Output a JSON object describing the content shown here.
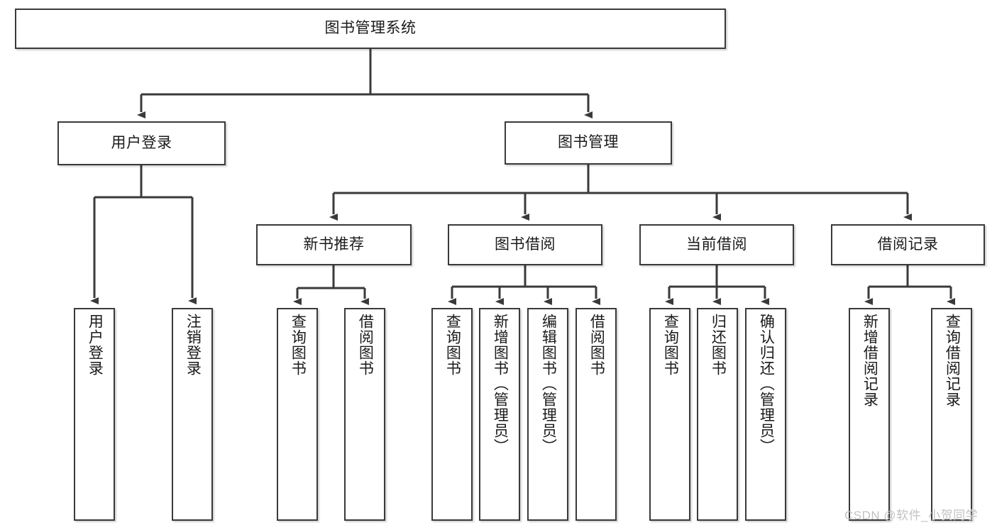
{
  "diagram": {
    "title": "图书管理系统",
    "type": "tree-hierarchy",
    "root": {
      "label": "图书管理系统"
    },
    "level1": [
      {
        "label": "用户登录"
      },
      {
        "label": "图书管理"
      }
    ],
    "level2": [
      {
        "label": "新书推荐"
      },
      {
        "label": "图书借阅"
      },
      {
        "label": "当前借阅"
      },
      {
        "label": "借阅记录"
      }
    ],
    "leaves": {
      "user_login": [
        {
          "label": "用户登录"
        },
        {
          "label": "注销登录"
        }
      ],
      "new_book_recommend": [
        {
          "label": "查询图书"
        },
        {
          "label": "借阅图书"
        }
      ],
      "book_borrow": [
        {
          "label": "查询图书"
        },
        {
          "label": "新增图书（管理员）"
        },
        {
          "label": "编辑图书（管理员）"
        },
        {
          "label": "借阅图书"
        }
      ],
      "current_borrow": [
        {
          "label": "查询图书"
        },
        {
          "label": "归还图书"
        },
        {
          "label": "确认归还（管理员）"
        }
      ],
      "borrow_record": [
        {
          "label": "新增借阅记录"
        },
        {
          "label": "查询借阅记录"
        }
      ]
    }
  },
  "watermark": {
    "text": "CSDN @软件_小贺同学"
  },
  "colors": {
    "stroke": "#3a3a3a",
    "fill": "#ffffff",
    "text": "#1a1a1a",
    "watermark": "#c2c2c2"
  }
}
